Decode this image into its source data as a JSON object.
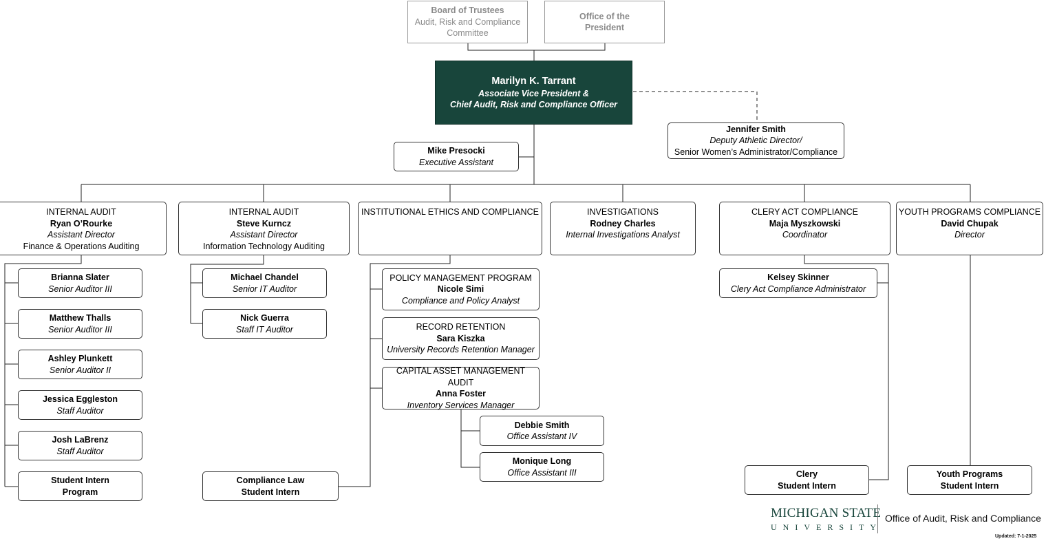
{
  "top": {
    "trustees": [
      "Board of Trustees",
      "Audit, Risk and Compliance",
      "Committee"
    ],
    "president": [
      "Office of the",
      "President"
    ]
  },
  "exec": {
    "name": "Marilyn K. Tarrant",
    "title1": "Associate Vice President &",
    "title2": "Chief Audit, Risk and Compliance Officer"
  },
  "dotted": {
    "name": "Jennifer Smith",
    "title1": "Deputy Athletic Director/",
    "title2": "Senior Women’s Administrator/Compliance"
  },
  "assistant": {
    "name": "Mike Presocki",
    "title": "Executive Assistant"
  },
  "departments": [
    {
      "unit": "INTERNAL AUDIT",
      "name": "Ryan O’Rourke",
      "title": "Assistant Director",
      "sub": "Finance & Operations Auditing"
    },
    {
      "unit": "INTERNAL AUDIT",
      "name": "Steve Kurncz",
      "title": "Assistant Director",
      "sub": "Information Technology Auditing"
    },
    {
      "unit": "INSTITUTIONAL ETHICS AND COMPLIANCE"
    },
    {
      "unit": "INVESTIGATIONS",
      "name": "Rodney Charles",
      "title": "Internal Investigations Analyst"
    },
    {
      "unit": "CLERY ACT COMPLIANCE",
      "name": "Maja Myszkowski",
      "title": "Coordinator"
    },
    {
      "unit": "YOUTH PROGRAMS COMPLIANCE",
      "name": "David Chupak",
      "title": "Director"
    }
  ],
  "finance_staff": [
    {
      "name": "Brianna Slater",
      "title": "Senior Auditor III"
    },
    {
      "name": "Matthew Thalls",
      "title": "Senior Auditor III"
    },
    {
      "name": "Ashley Plunkett",
      "title": "Senior Auditor II"
    },
    {
      "name": "Jessica Eggleston",
      "title": "Staff Auditor"
    },
    {
      "name": "Josh LaBrenz",
      "title": "Staff Auditor"
    },
    {
      "name": "Student Intern",
      "title": "Program"
    }
  ],
  "it_staff": [
    {
      "name": "Michael Chandel",
      "title": "Senior IT Auditor"
    },
    {
      "name": "Nick Guerra",
      "title": "Staff IT Auditor"
    }
  ],
  "ethics_staff": [
    {
      "unit": "POLICY MANAGEMENT PROGRAM",
      "name": "Nicole Simi",
      "title": "Compliance and Policy Analyst"
    },
    {
      "unit": "RECORD RETENTION",
      "name": "Sara Kiszka",
      "title": "University Records Retention Manager"
    },
    {
      "unit": "CAPITAL ASSET MANAGEMENT AUDIT",
      "name": "Anna Foster",
      "title": "Inventory Services Manager"
    }
  ],
  "capital_staff": [
    {
      "name": "Debbie Smith",
      "title": "Office Assistant IV"
    },
    {
      "name": "Monique Long",
      "title": "Office Assistant III"
    }
  ],
  "law_intern": [
    "Compliance Law",
    "Student Intern"
  ],
  "clery_staff": {
    "name": "Kelsey Skinner",
    "title": "Clery Act Compliance Administrator"
  },
  "clery_intern": [
    "Clery",
    "Student Intern"
  ],
  "youth_intern": [
    "Youth Programs",
    "Student Intern"
  ],
  "footer": {
    "logo_line1": "MICHIGAN STATE",
    "logo_line2": "UNIVERSITY",
    "office": "Office of Audit, Risk and Compliance",
    "updated": "Updated: 7-1-2025"
  },
  "colors": {
    "msu_green": "#18453b",
    "gray_border": "#9a9a9a"
  }
}
